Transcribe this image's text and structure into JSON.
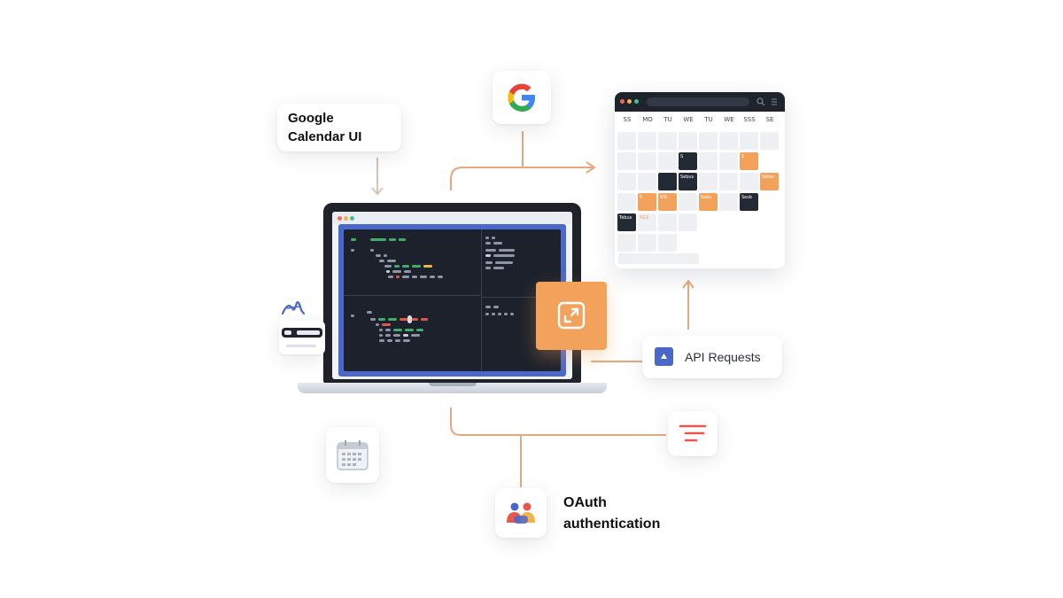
{
  "calendar_label": {
    "line1": "Google",
    "line2": "Calendar UI"
  },
  "api_requests_label": "API Requests",
  "oauth_label": {
    "line1": "OAuth",
    "line2": "authentication"
  },
  "calendar_window": {
    "weekdays": [
      "SS",
      "MO",
      "TU",
      "WE",
      "TU",
      "WE",
      "SSS",
      "SE"
    ],
    "events": [
      "S",
      "S",
      "Sebus",
      "Seten",
      "S",
      "SIS",
      "Sebs",
      "Sesb",
      "Tebus",
      "S&S"
    ]
  },
  "colors": {
    "accent_orange": "#f2a25b",
    "dark_navy": "#1e232c",
    "frame_blue": "#4a68c9",
    "connector_orange": "#e7a87d"
  },
  "icons": [
    "google-logo-icon",
    "calendar-grid-icon",
    "api-triangle-icon",
    "oauth-people-icon",
    "expand-square-icon",
    "list-lines-icon",
    "signature-icon"
  ]
}
